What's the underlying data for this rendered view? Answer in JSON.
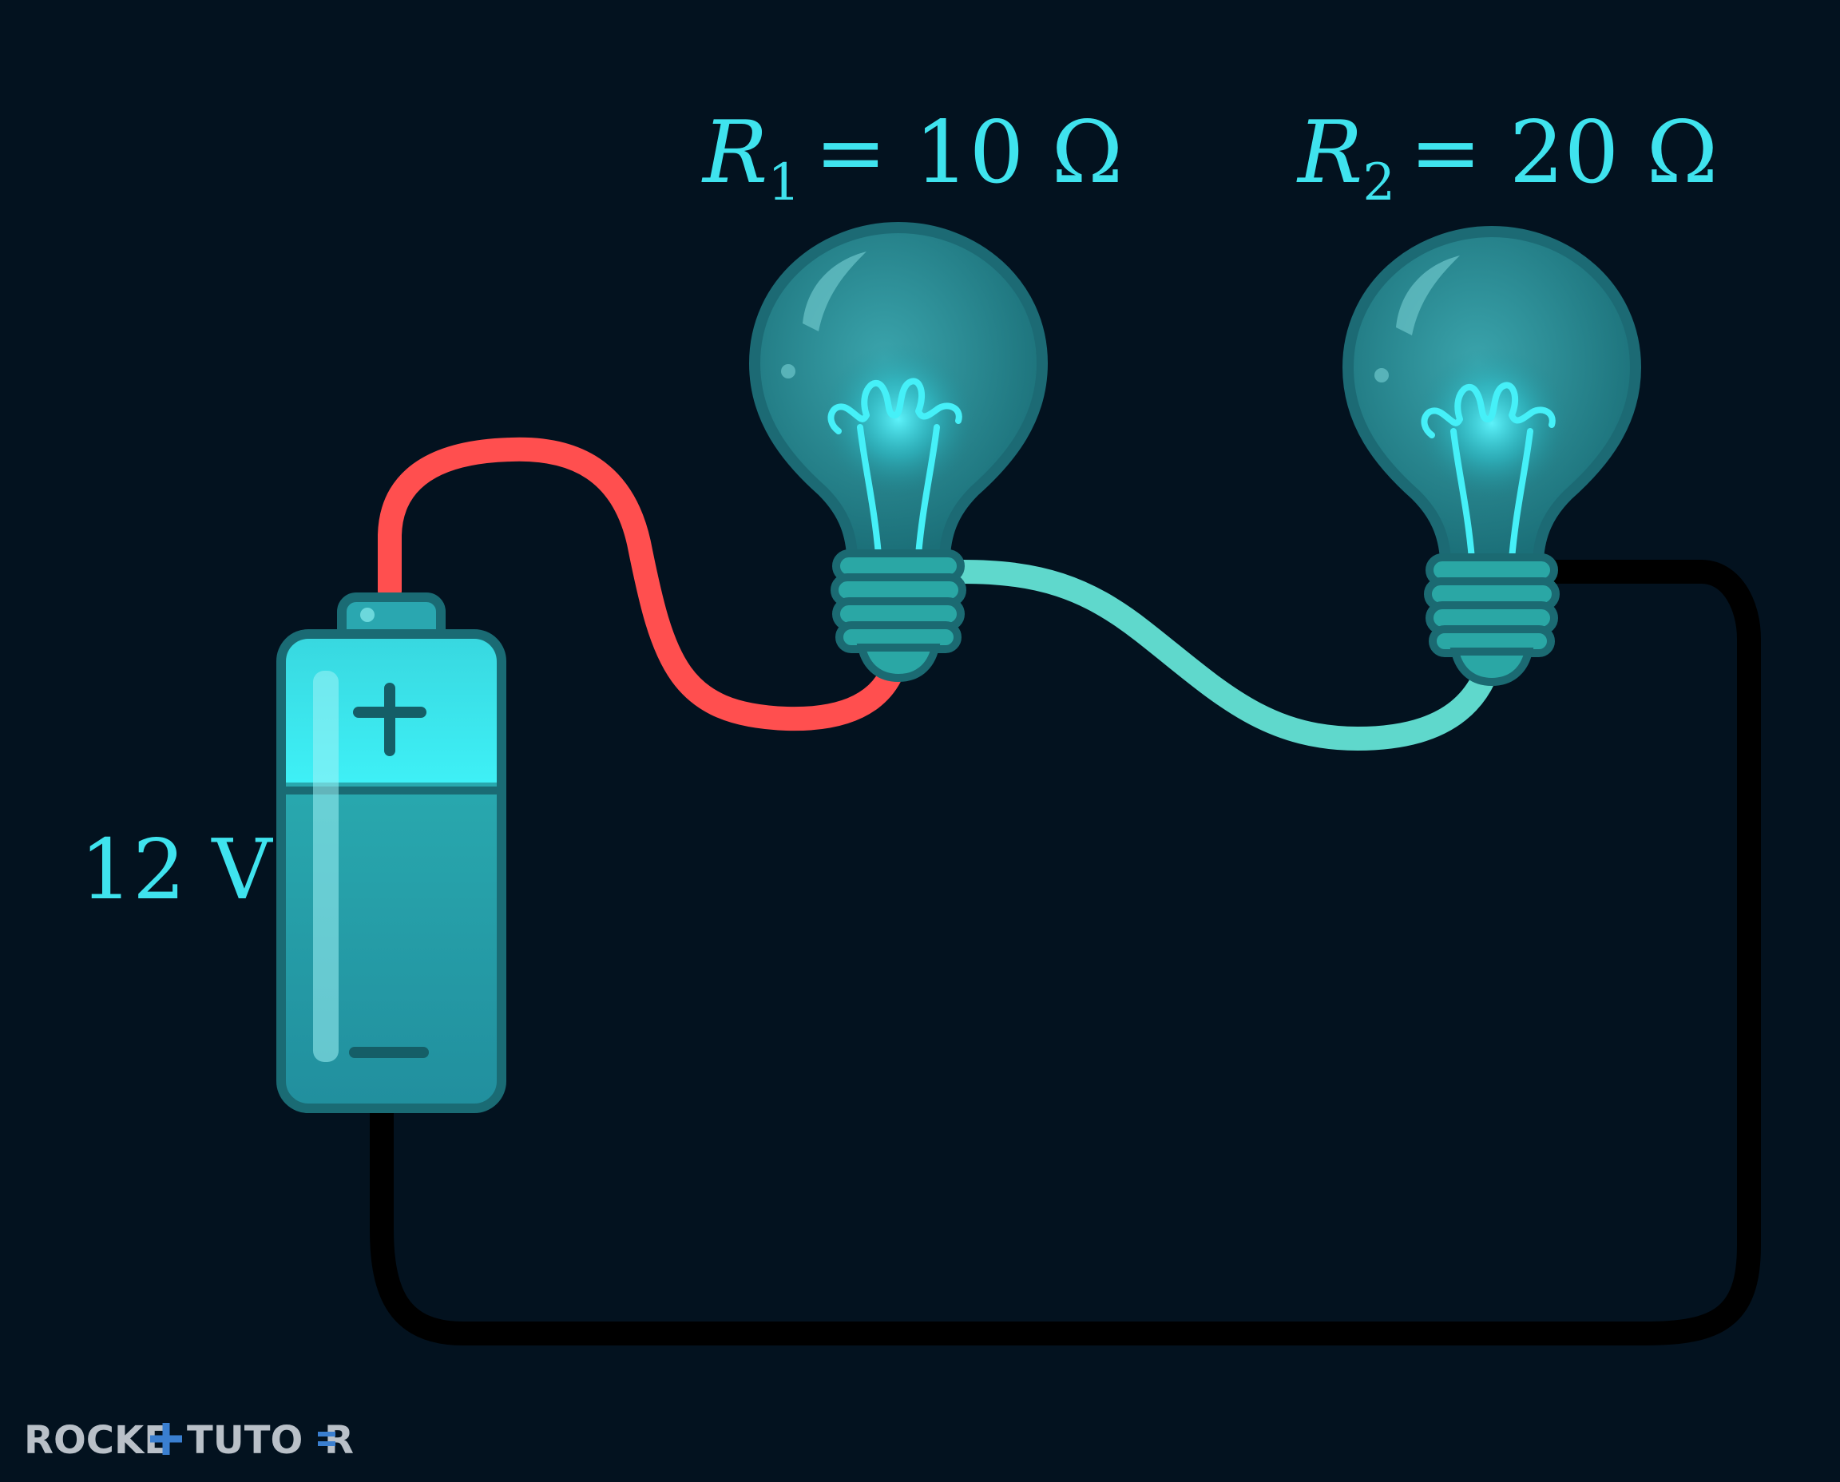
{
  "labels": {
    "r1": {
      "symbol": "R",
      "subscript": "1",
      "value": "= 10 Ω"
    },
    "r2": {
      "symbol": "R",
      "subscript": "2",
      "value": "= 20 Ω"
    },
    "battery_voltage": "12 V",
    "battery_plus": "+",
    "battery_minus": "−"
  },
  "brand": {
    "part1": "ROCKE",
    "part2": "TUTO",
    "part3": "R"
  },
  "colors": {
    "background": "#03121f",
    "math_text": "#3fe3ee",
    "wire_positive": "#ff4f4f",
    "wire_series": "#5fd8cc",
    "wire_return": "#000000",
    "battery_body": "#2aa8b0",
    "glow": "#37e6f2"
  }
}
